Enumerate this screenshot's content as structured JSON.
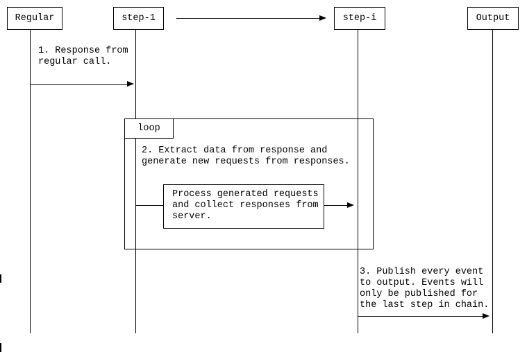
{
  "diagram": {
    "type": "sequence-diagram",
    "participants": [
      {
        "label": "Regular"
      },
      {
        "label": "step-1"
      },
      {
        "label": "step-i"
      },
      {
        "label": "Output"
      }
    ],
    "loop": {
      "label": "loop"
    },
    "messages": {
      "msg1": "1. Response from\nregular call.",
      "msg2": "2. Extract data from response and\ngenerate new requests from responses.",
      "process": "Process generated requests\nand collect responses from\nserver.",
      "msg3": "3. Publish every event\nto output. Events will\nonly be published for\nthe last step in chain."
    },
    "colors": {
      "line": "#000000",
      "text": "#000000",
      "background": "#ffffff"
    }
  }
}
